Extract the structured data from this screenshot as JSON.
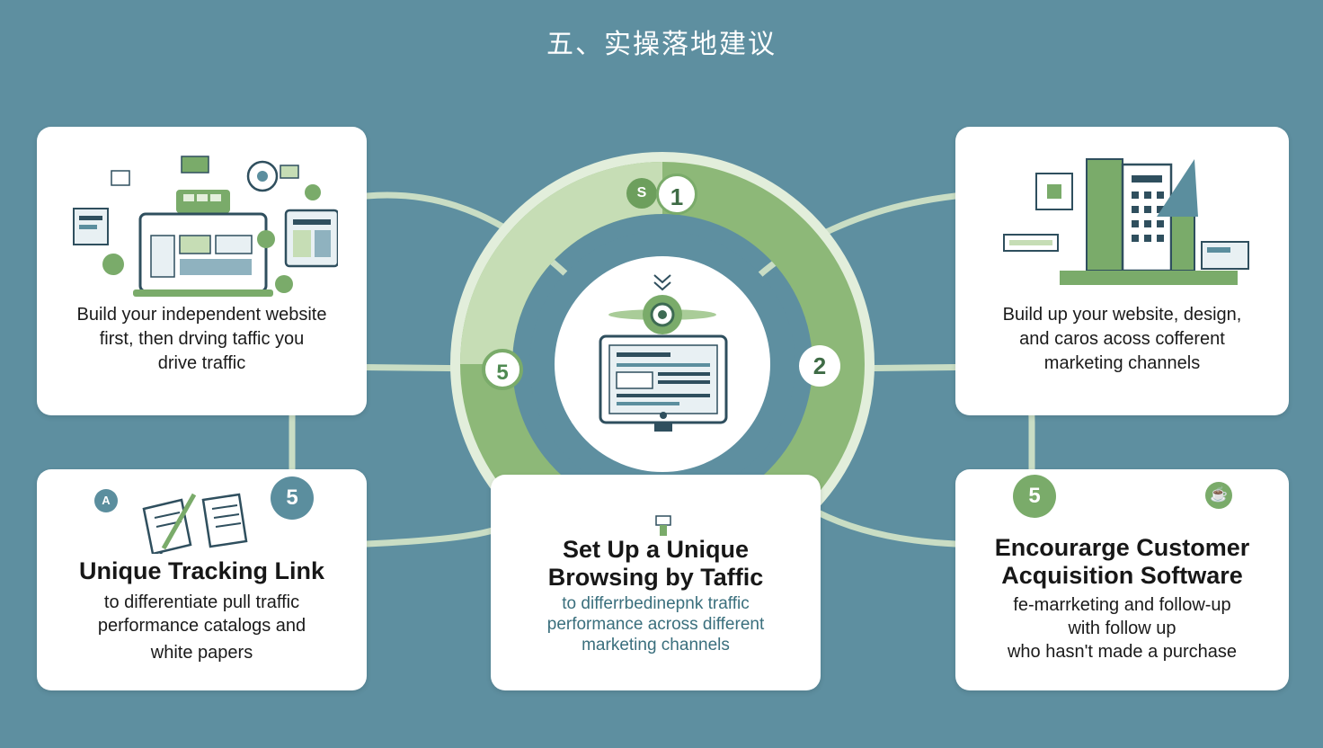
{
  "title": "五、实操落地建议",
  "colors": {
    "background": "#5e8fa0",
    "ring": "#8db878",
    "ring_light": "#c6ddb5",
    "inner_ring": "#5e8fa0",
    "card": "#ffffff",
    "badge_green": "#7aab6a",
    "badge_teal": "#5b8e9e"
  },
  "center": {
    "icon": "monitor-webpage-icon",
    "badges": {
      "top_small": "S",
      "top": "1",
      "left": "5",
      "right": "2"
    }
  },
  "cards": {
    "top_left": {
      "illustration": "laptop-website-illustration",
      "lines": [
        "Build your independent website",
        "first, then drving taffic you",
        "drive traffic"
      ]
    },
    "top_right": {
      "illustration": "building-channels-illustration",
      "lines": [
        "Build up your website, design,",
        "and caros acoss cofferent",
        "marketing channels"
      ]
    },
    "bottom_left": {
      "badge": "5",
      "small_icon": "A",
      "illustration": "documents-pen-illustration",
      "heading": [
        "Unique Tracking Link"
      ],
      "lines": [
        "to differentiate pull traffic",
        "performance catalogs and",
        "white papers"
      ]
    },
    "bottom_center": {
      "heading": [
        "Set Up a Unique",
        "Browsing by Taffic"
      ],
      "lines": [
        "to differrbedinepnk traffic",
        "performance across different",
        "marketing channels"
      ]
    },
    "bottom_right": {
      "badge": "5",
      "small_icon": "cup-icon",
      "heading": [
        "Encourarge Customer",
        "Acquisition Software"
      ],
      "lines": [
        "fe-marrketing and follow-up",
        "with follow up",
        "who hasn't made a purchase"
      ]
    }
  }
}
